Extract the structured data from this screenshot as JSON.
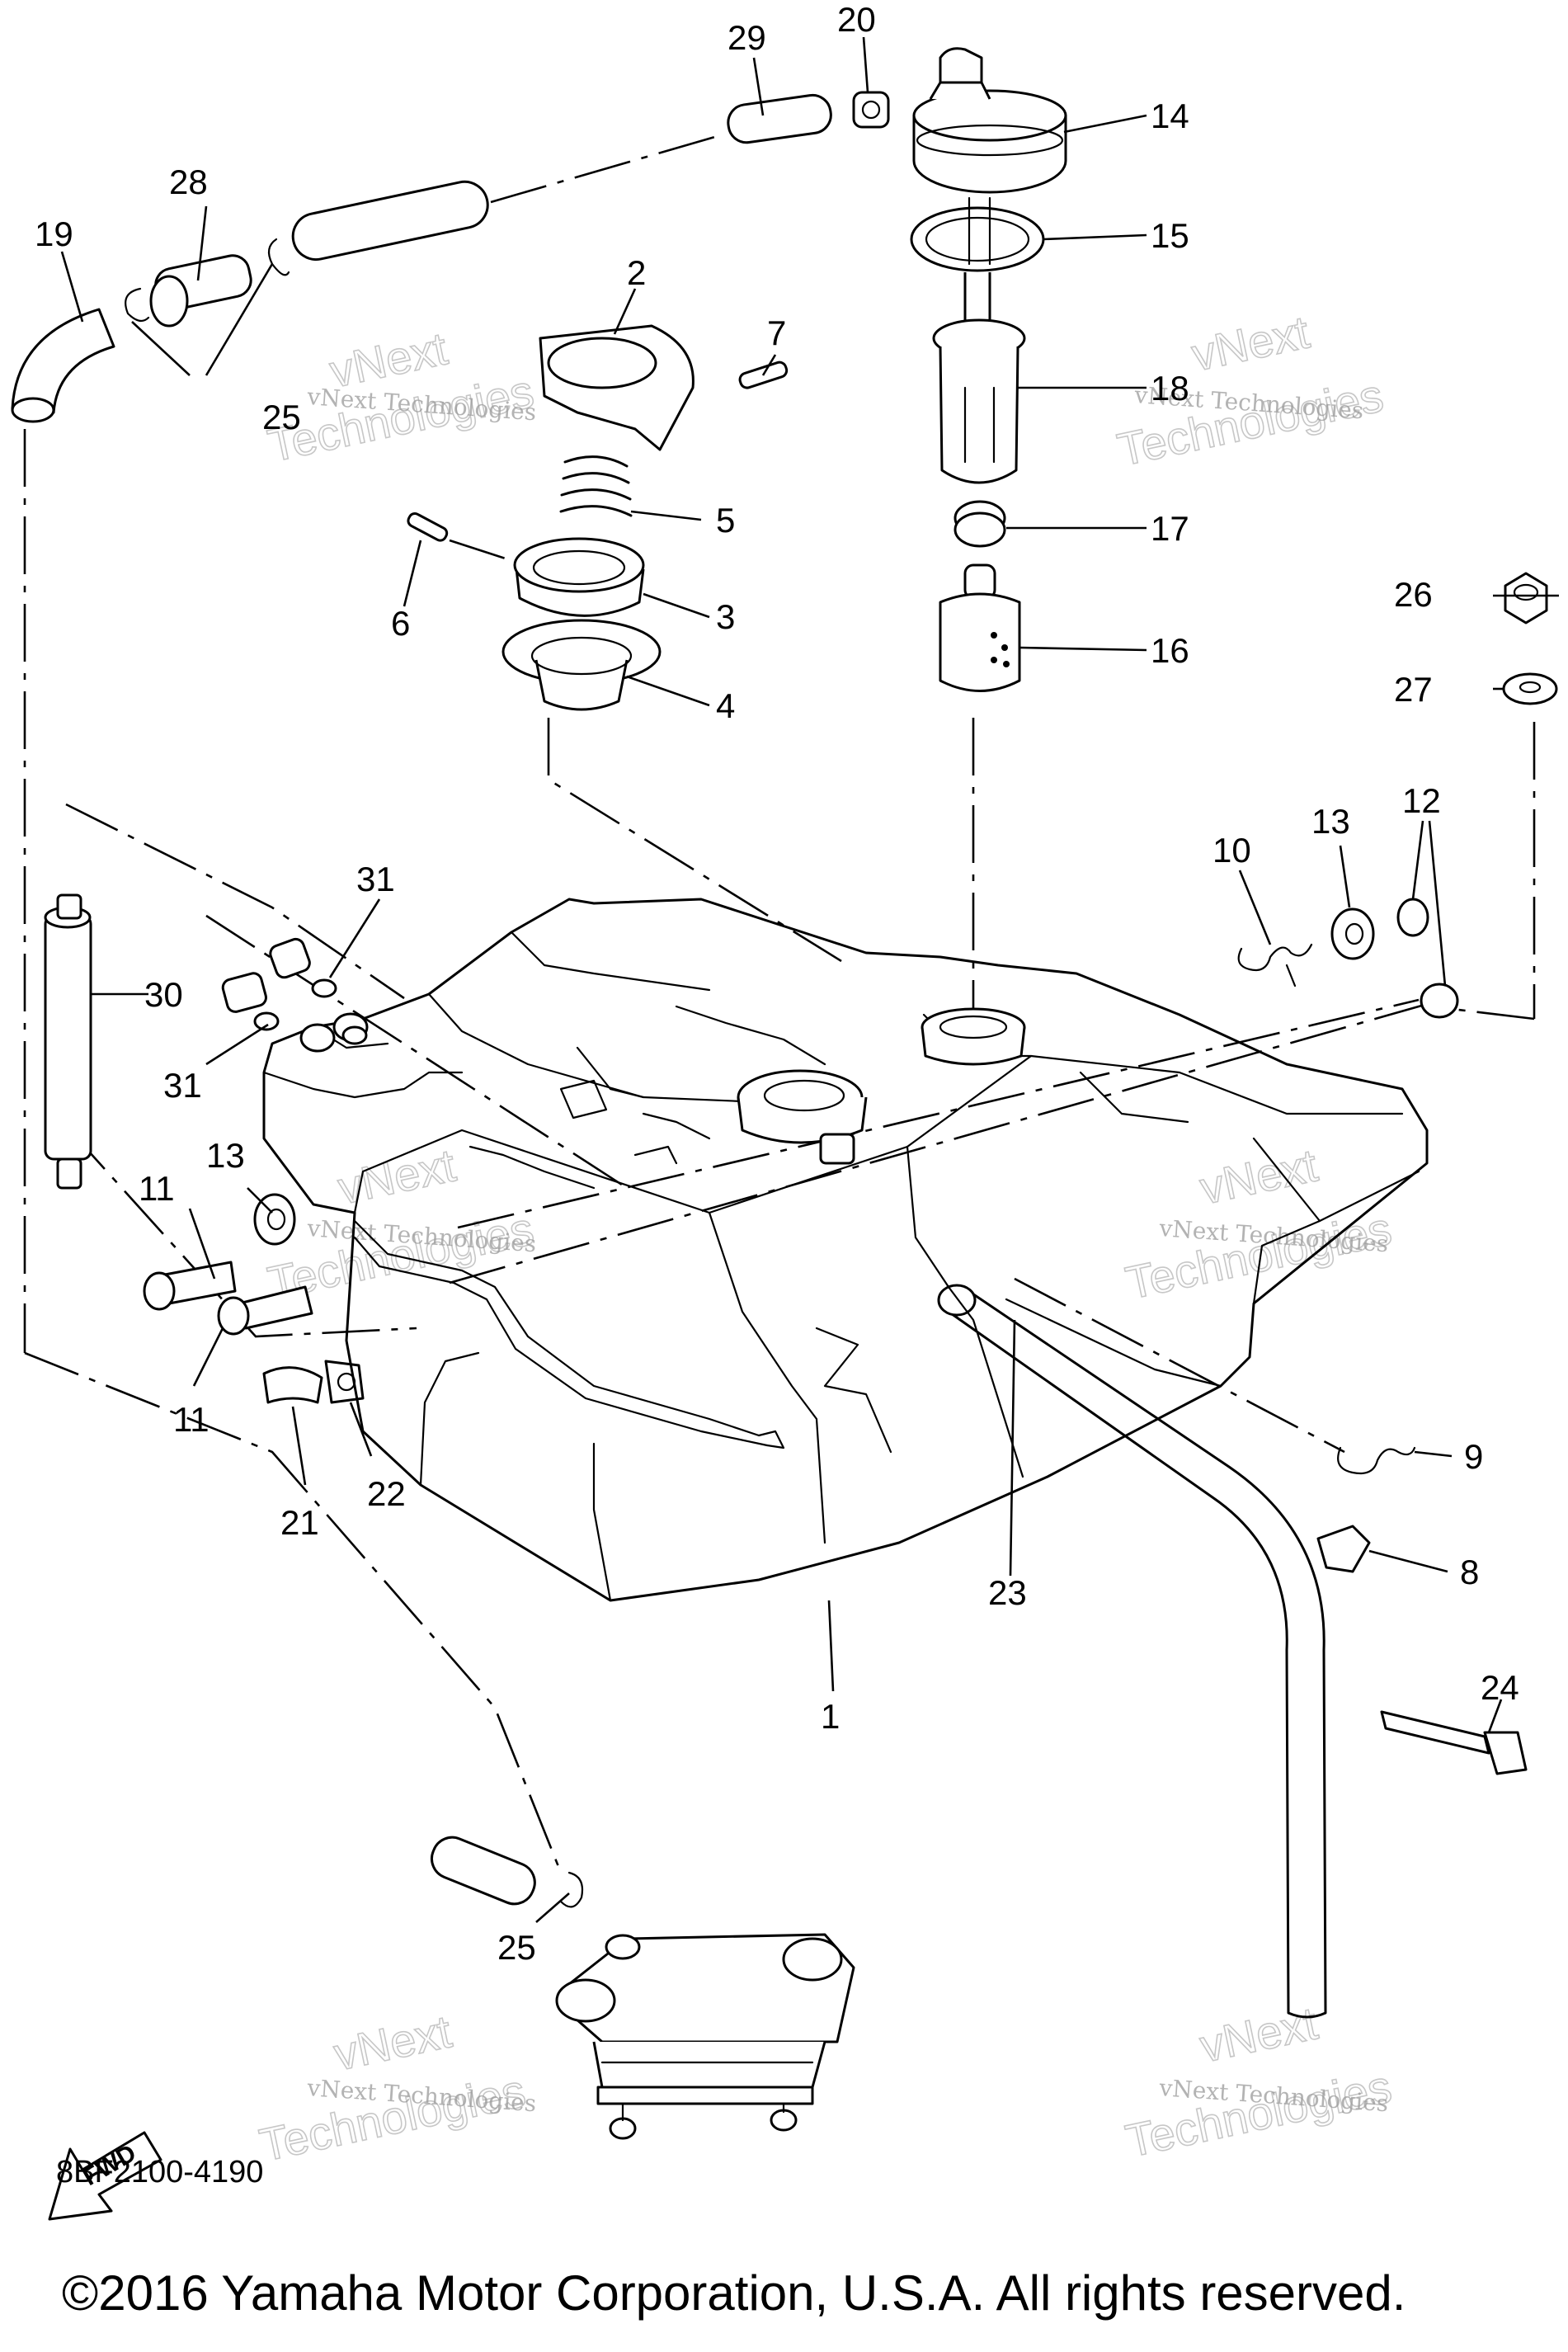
{
  "callouts": [
    "1",
    "2",
    "3",
    "4",
    "5",
    "6",
    "7",
    "8",
    "9",
    "10",
    "11",
    "11",
    "12",
    "13",
    "13",
    "14",
    "15",
    "18",
    "16",
    "17",
    "19",
    "20",
    "21",
    "22",
    "23",
    "24",
    "25",
    "25",
    "26",
    "27",
    "28",
    "29",
    "30",
    "31",
    "31"
  ],
  "watermark": {
    "company": "vNext Technologies",
    "line1": "vNext",
    "line2": "Technologies"
  },
  "fwd_label": "FWD",
  "diagram_code": "8BF2100-4190",
  "copyright": "©2016 Yamaha Motor Corporation, U.S.A. All rights reserved."
}
